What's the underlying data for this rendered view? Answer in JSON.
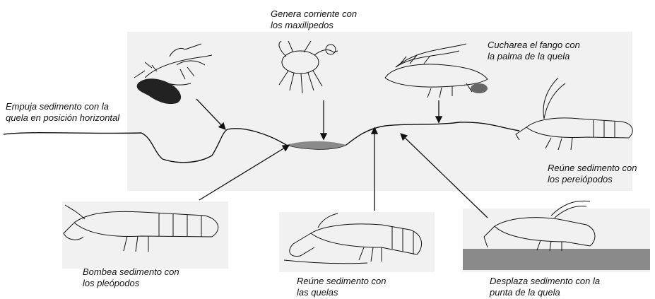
{
  "labels": {
    "genera": [
      "Genera corriente con",
      "los maxilipedos"
    ],
    "cucharea": [
      "Cucharea el fango con",
      "la palma de la quela"
    ],
    "empuja": [
      "Empuja sedimento con la",
      "quela en posición horizontal"
    ],
    "reune_perei": [
      "Reúne sedimento con",
      "los pereiópodos"
    ],
    "bombea": [
      "Bombea sedimento con",
      "los pleópodos"
    ],
    "reune_quelas": [
      "Reúne sedimento con",
      "las quelas"
    ],
    "desplaza": [
      "Desplaza sedimento con la",
      "punta de la quela"
    ]
  },
  "colors": {
    "ink": "#111111",
    "panel": "#f1f1f1",
    "sediment": "#8a8a8a",
    "dark_mud": "#222222"
  },
  "icons": [
    "crayfish-pushing-icon",
    "crab-current-icon",
    "crayfish-scooping-icon",
    "crayfish-gathering-pereiopods-icon",
    "crayfish-pumping-icon",
    "crayfish-gathering-chelae-icon",
    "crayfish-displacing-icon"
  ]
}
